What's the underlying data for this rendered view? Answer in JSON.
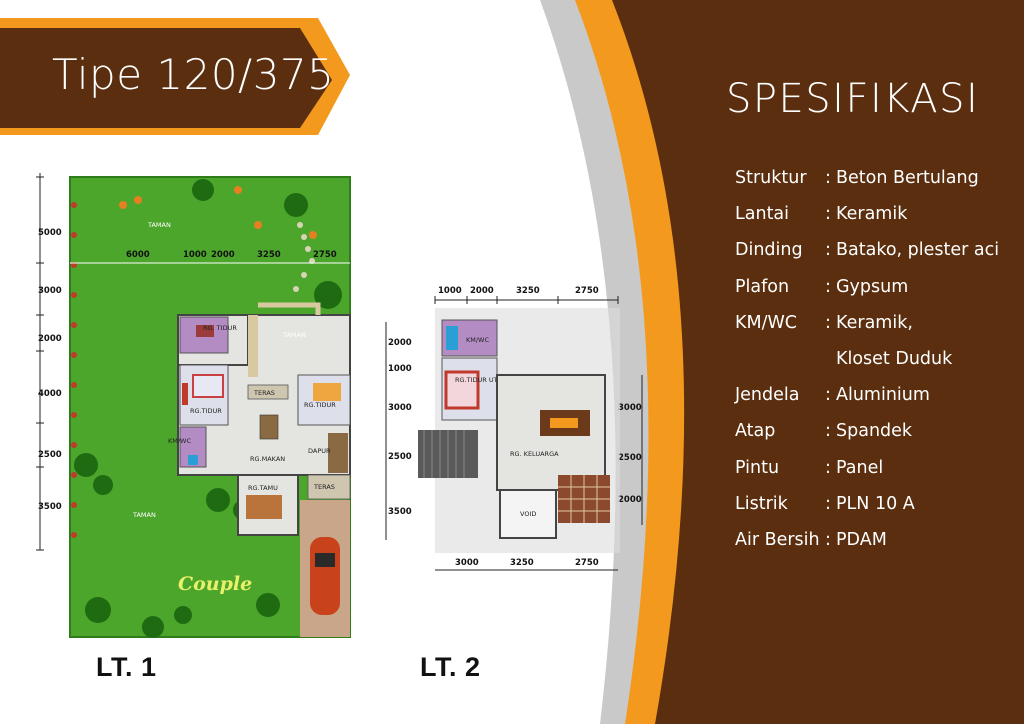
{
  "title": "Tipe 120/375",
  "spec_heading": "SPESIFIKASI",
  "specs": [
    {
      "key": "Struktur",
      "sep": ":",
      "value": "Beton Bertulang"
    },
    {
      "key": "Lantai",
      "sep": ":",
      "value": "Keramik"
    },
    {
      "key": "Dinding",
      "sep": ":",
      "value": "Batako, plester aci"
    },
    {
      "key": "Plafon",
      "sep": ":",
      "value": "Gypsum"
    },
    {
      "key": "KM/WC",
      "sep": ":",
      "value": "Keramik,"
    },
    {
      "key": "",
      "sep": "",
      "value": "Kloset Duduk"
    },
    {
      "key": "Jendela",
      "sep": ":",
      "value": "Aluminium"
    },
    {
      "key": "Atap",
      "sep": ":",
      "value": "Spandek"
    },
    {
      "key": "Pintu",
      "sep": ":",
      "value": "Panel"
    },
    {
      "key": "Listrik",
      "sep": ":",
      "value": "PLN 10 A"
    },
    {
      "key": "Air Bersih",
      "sep": ":",
      "value": "PDAM"
    }
  ],
  "floor1": {
    "label": "LT. 1",
    "dims_top": [
      "6000",
      "1000",
      "2000",
      "3250",
      "2750"
    ],
    "dims_left": [
      "5000",
      "3000",
      "2000",
      "4000",
      "2500",
      "3500"
    ],
    "rooms": {
      "taman_top": "TAMAN",
      "taman_mid": "TAMAN",
      "taman_bottom": "TAMAN",
      "rg_tidur_1": "RG. TIDUR",
      "rg_tidur_2": "RG.TIDUR",
      "rg_tidur_3": "RG.TIDUR",
      "teras_1": "TERAS",
      "teras_2": "TERAS",
      "km_wc": "KM/WC",
      "rg_makan": "RG.MAKAN",
      "dapur": "DAPUR",
      "rg_tamu": "RG.TAMU"
    },
    "logo": "Couple"
  },
  "floor2": {
    "label": "LT. 2",
    "dims_top": [
      "1000",
      "2000",
      "3250",
      "2750"
    ],
    "dims_bottom": [
      "3000",
      "3250",
      "2750"
    ],
    "dims_left": [
      "2000",
      "1000",
      "3000",
      "2500",
      "3500"
    ],
    "dims_right": [
      "3000",
      "2500",
      "2000"
    ],
    "rooms": {
      "km_wc": "KM/WC",
      "rg_tidur_utama": "RG.TIDUR UTAMA",
      "rg_keluarga": "RG. KELUARGA",
      "void": "VOID"
    }
  },
  "colors": {
    "brown": "#5a2e0e",
    "orange": "#f39a1e",
    "lawn": "#4da62c",
    "floor_tile": "#e4e4e0"
  }
}
